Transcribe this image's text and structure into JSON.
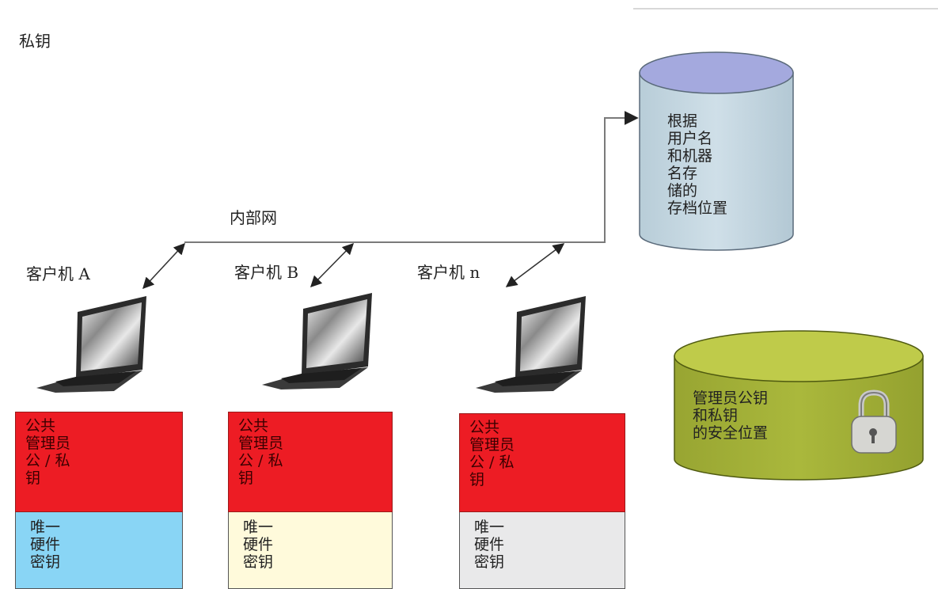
{
  "page_title": "私钥",
  "network_label": "内部网",
  "clients": [
    {
      "name": "客户机 A",
      "top_lines": [
        "公共",
        "管理员",
        "公 / 私",
        "钥"
      ],
      "bottom_lines": [
        "唯一",
        "硬件",
        "密钥"
      ],
      "bottom_color": "#89d5f5"
    },
    {
      "name": "客户机 B",
      "top_lines": [
        "公共",
        "管理员",
        "公 / 私",
        "钥"
      ],
      "bottom_lines": [
        "唯一",
        "硬件",
        "密钥"
      ],
      "bottom_color": "#fffadb"
    },
    {
      "name": "客户机 n",
      "top_lines": [
        "公共",
        "管理员",
        "公 / 私",
        "钥"
      ],
      "bottom_lines": [
        "唯一",
        "硬件",
        "密钥"
      ],
      "bottom_color": "#e9e9ea"
    }
  ],
  "archive_db": {
    "lines": [
      "根据",
      "用户名",
      "和机器",
      "名存",
      "储的",
      "存档位置"
    ],
    "body_color": "#c7d9e3",
    "top_color": "#a4a9de"
  },
  "secure_db": {
    "lines": [
      "管理员公钥",
      "和私钥",
      "的安全位置"
    ],
    "body_color": "#a9b63b",
    "top_color": "#bfcb4a"
  },
  "colors": {
    "red": "#ed1c24"
  }
}
